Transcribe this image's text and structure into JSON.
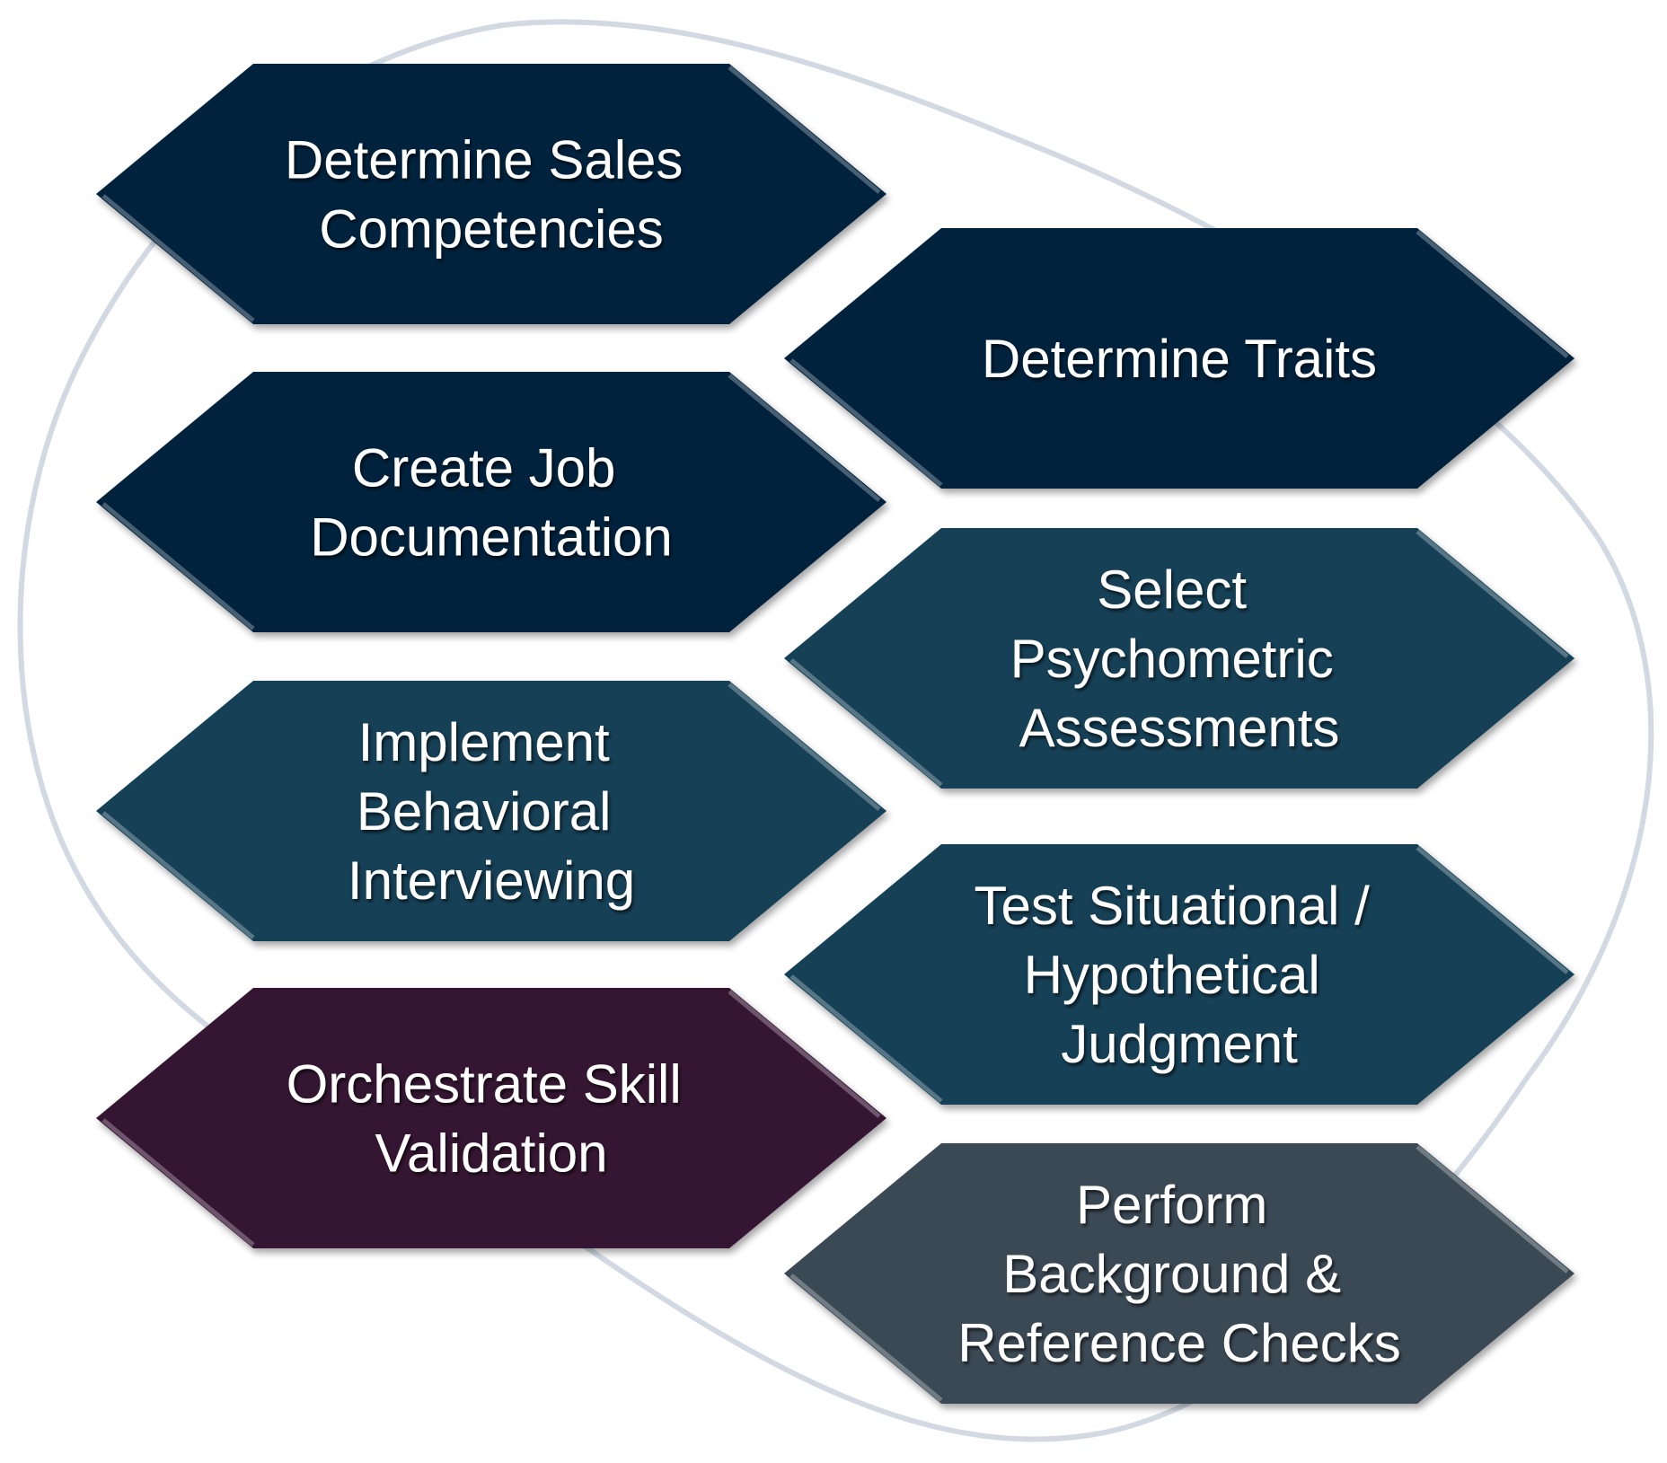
{
  "diagram": {
    "steps": [
      {
        "lines": [
          "Determine Sales",
          "Competencies"
        ],
        "color": "#06213d"
      },
      {
        "lines": [
          "Determine Traits"
        ],
        "color": "#06213d"
      },
      {
        "lines": [
          "Create Job",
          "Documentation"
        ],
        "color": "#06213d"
      },
      {
        "lines": [
          "Select",
          "Psychometric",
          "Assessments"
        ],
        "color": "#123f57"
      },
      {
        "lines": [
          "Implement",
          "Behavioral",
          "Interviewing"
        ],
        "color": "#123f57"
      },
      {
        "lines": [
          "Test Situational /",
          "Hypothetical",
          "Judgment"
        ],
        "color": "#123f57"
      },
      {
        "lines": [
          "Orchestrate Skill",
          "Validation"
        ],
        "color": "#341733"
      },
      {
        "lines": [
          "Perform",
          "Background &",
          "Reference Checks"
        ],
        "color": "#3a4a54"
      }
    ],
    "outline_color": "#d2d9e3"
  }
}
